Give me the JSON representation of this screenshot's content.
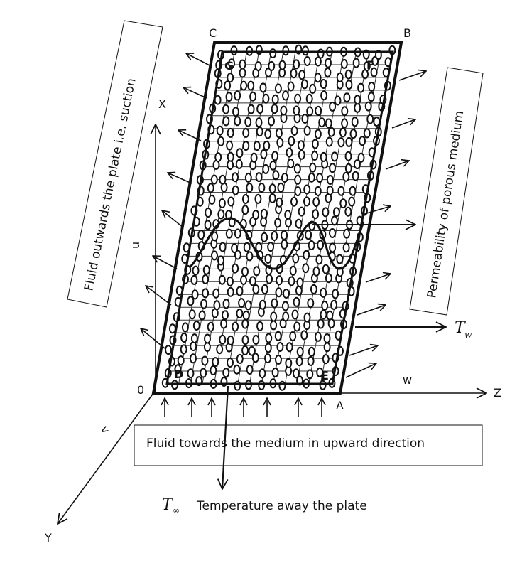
{
  "figure": {
    "type": "schematic",
    "description": "Porous vertical plate with suction and injection flows"
  },
  "axes": {
    "origin_label": "0",
    "x_label": "X",
    "y_label": "Y",
    "z_label": "Z",
    "u_label": "u",
    "v_label": "v",
    "w_label": "w"
  },
  "corners": {
    "outer": {
      "A": "A",
      "B": "B",
      "C": "C"
    },
    "inner": {
      "D": "D",
      "E": "E",
      "F": "F",
      "G": "G"
    }
  },
  "annotations": {
    "suction_box": "Fluid outwards the plate i.e. suction",
    "permeability_box": "Permeability of porous medium",
    "upward_box": "Fluid towards the medium in upward direction",
    "wall_temp_symbol": "T",
    "wall_temp_sub": "w",
    "ambient_temp_symbol": "T",
    "ambient_temp_sub": "∞",
    "ambient_temp_text": "Temperature away the plate"
  },
  "colors": {
    "stroke": "#111111",
    "grid": "#333333",
    "background": "#ffffff"
  }
}
